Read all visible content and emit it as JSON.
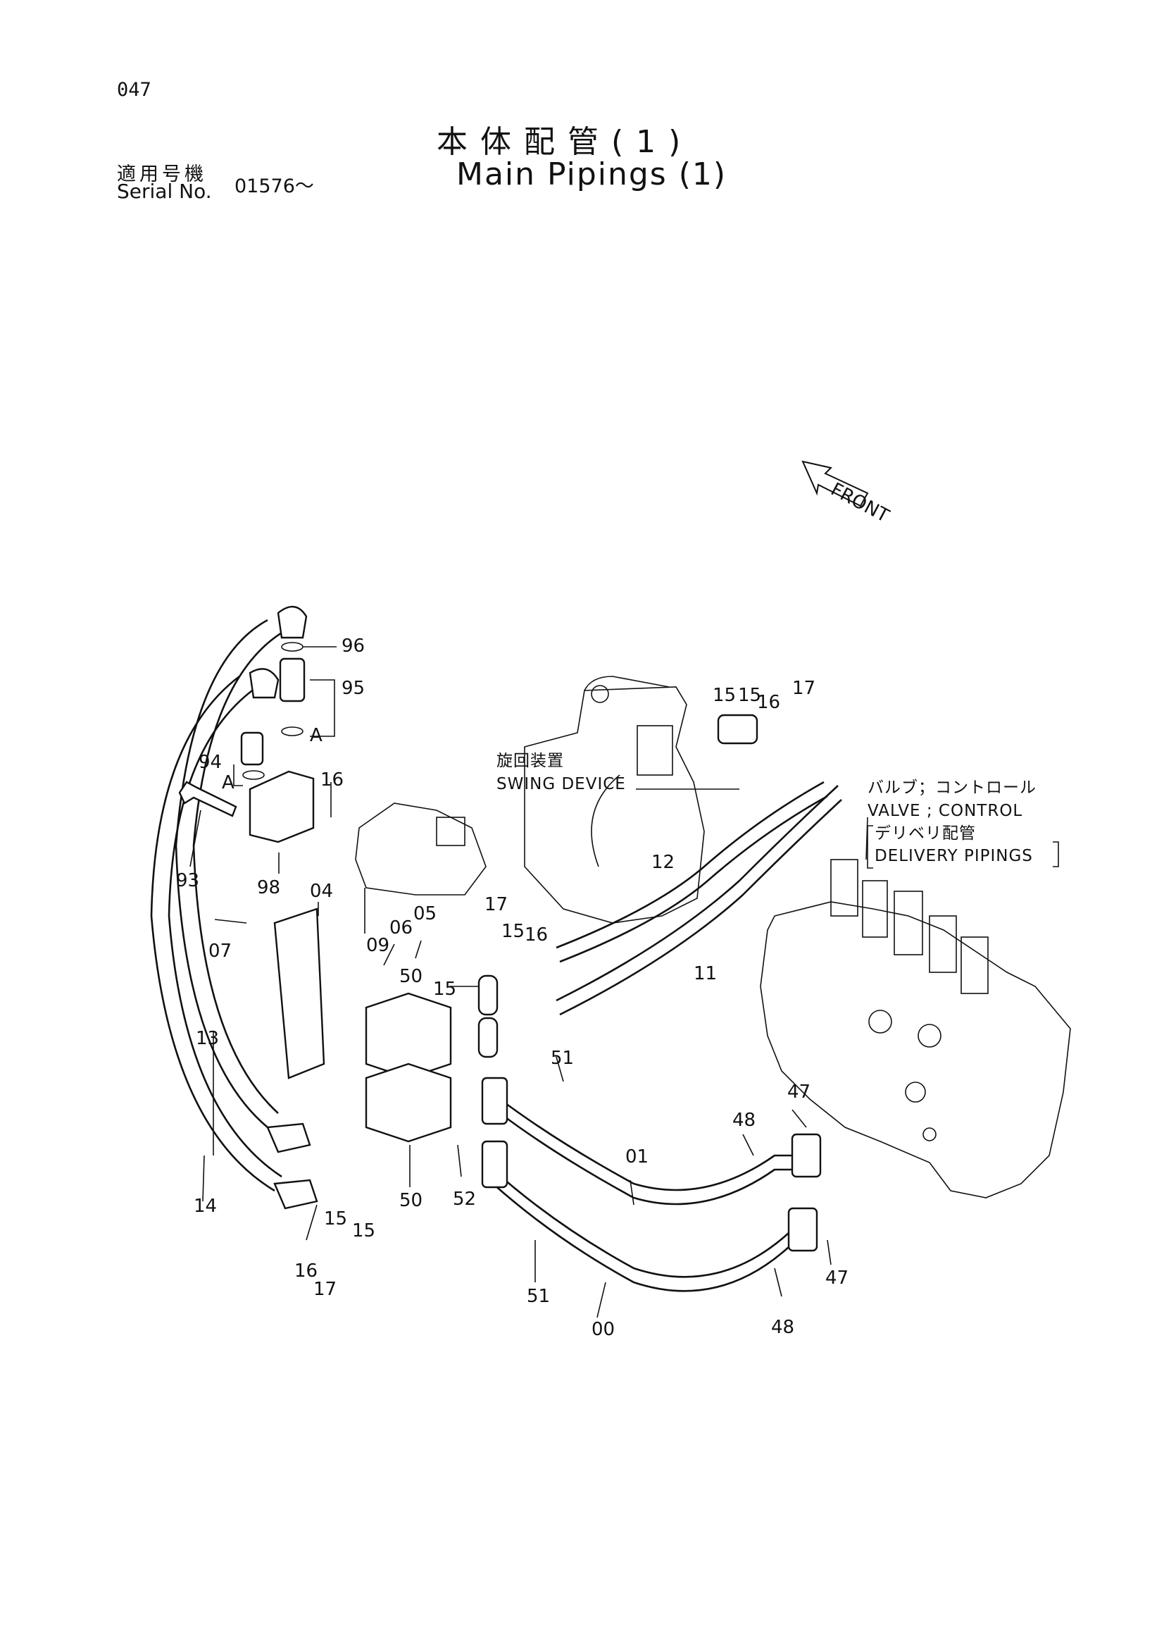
{
  "header": {
    "page_number": "047",
    "title_jp": "本体配管(1)",
    "title_en": "Main Pipings (1)",
    "serial_label_jp": "適用号機",
    "serial_label_en": "Serial No.",
    "serial_value": "01576～"
  },
  "notes": {
    "front": "FRONT",
    "swing_jp": "旋回装置",
    "swing_en": "SWING DEVICE",
    "valve_jp": "バルブ；コントロール",
    "valve_en": "VALVE ; CONTROL",
    "delivery_jp": "デリベリ配管",
    "delivery_en": "DELIVERY PIPINGS"
  },
  "part_labels": {
    "p96": "96",
    "p95": "95",
    "pA1": "A",
    "pA2": "A",
    "p94": "94",
    "p16a": "16",
    "p93": "93",
    "p98": "98",
    "p04": "04",
    "p07": "07",
    "p09": "09",
    "p06": "06",
    "p05": "05",
    "p17a": "17",
    "p15a": "15",
    "p16b": "16",
    "p50a": "50",
    "p15b": "15",
    "p12": "12",
    "p11": "11",
    "p15c": "15",
    "p15d": "15",
    "p16c": "16",
    "p17b": "17",
    "p13": "13",
    "p51a": "51",
    "p47a": "47",
    "p48a": "48",
    "p01": "01",
    "p14": "14",
    "p15e": "15",
    "p15f": "15",
    "p16d": "16",
    "p17c": "17",
    "p50b": "50",
    "p52": "52",
    "p51b": "51",
    "p00": "00",
    "p47b": "47",
    "p48b": "48"
  }
}
